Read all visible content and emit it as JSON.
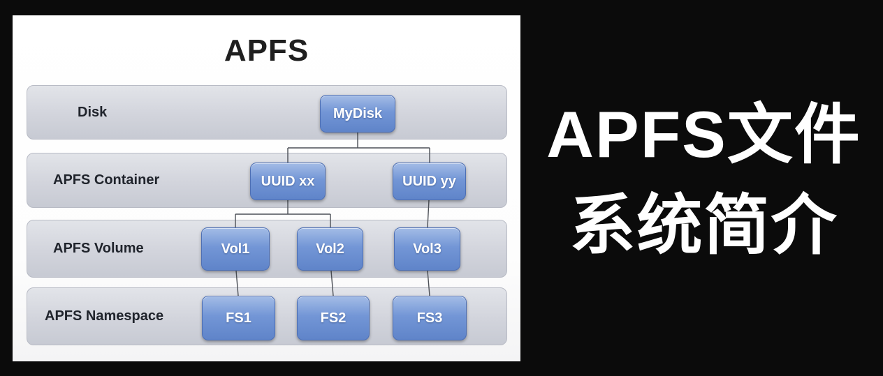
{
  "slide": {
    "title": "APFS"
  },
  "caption": {
    "lines": [
      "APFS文件",
      "系统简介"
    ]
  },
  "diagram": {
    "rows": [
      {
        "label": "Disk"
      },
      {
        "label": "APFS Container"
      },
      {
        "label": "APFS Volume"
      },
      {
        "label": "APFS Namespace"
      }
    ],
    "nodes": [
      {
        "id": "mydisk",
        "label": "MyDisk"
      },
      {
        "id": "uuid-xx",
        "label": "UUID xx"
      },
      {
        "id": "uuid-yy",
        "label": "UUID yy"
      },
      {
        "id": "vol1",
        "label": "Vol1"
      },
      {
        "id": "vol2",
        "label": "Vol2"
      },
      {
        "id": "vol3",
        "label": "Vol3"
      },
      {
        "id": "fs1",
        "label": "FS1"
      },
      {
        "id": "fs2",
        "label": "FS2"
      },
      {
        "id": "fs3",
        "label": "FS3"
      }
    ],
    "edges": [
      {
        "from": "mydisk",
        "to": "uuid-xx"
      },
      {
        "from": "mydisk",
        "to": "uuid-yy"
      },
      {
        "from": "uuid-xx",
        "to": "vol1"
      },
      {
        "from": "uuid-xx",
        "to": "vol2"
      },
      {
        "from": "uuid-yy",
        "to": "vol3"
      },
      {
        "from": "vol1",
        "to": "fs1"
      },
      {
        "from": "vol2",
        "to": "fs2"
      },
      {
        "from": "vol3",
        "to": "fs3"
      }
    ]
  },
  "colors": {
    "background": "#0b0b0b",
    "node_blue": "#6288cc",
    "row_gray": "#d3d5dc",
    "caption_text": "#ffffff"
  }
}
